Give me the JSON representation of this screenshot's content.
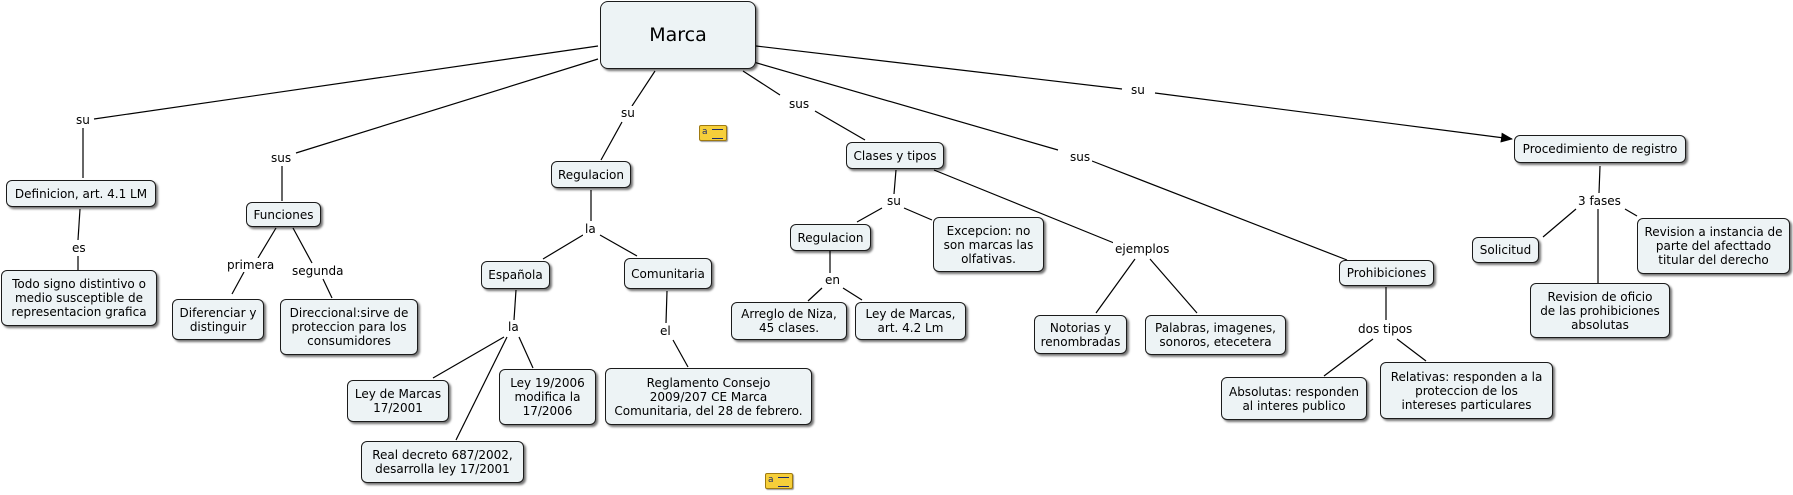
{
  "nodes": {
    "marca": "Marca",
    "definicion": "Definicion, art. 4.1 LM",
    "signo": "Todo signo distintivo o\nmedio  susceptible de\nrepresentacion grafica",
    "funciones": "Funciones",
    "diferenciar": "Diferenciar y\ndistinguir",
    "direccional": "Direccional:sirve de\nproteccion para los\nconsumidores",
    "regulacion": "Regulacion",
    "espanola": "Española",
    "comunitaria": "Comunitaria",
    "ley_marcas_2001": "Ley de Marcas\n17/2001",
    "ley_19_2006": "Ley 19/2006\nmodifica la\n17/2006",
    "real_decreto": "Real decreto 687/2002,\ndesarrolla ley 17/2001",
    "reglamento": "Reglamento Consejo\n2009/207 CE Marca\nComunitaria, del 28 de febrero.",
    "clases_tipos": "Clases y tipos",
    "regulacion_clases": "Regulacion",
    "excepcion": "Excepcion: no\nson marcas las\nolfativas.",
    "niza": "Arreglo de Niza,\n45 clases.",
    "ley_marcas_42": "Ley de Marcas,\nart. 4.2 Lm",
    "notorias": "Notorias y\nrenombradas",
    "palabras": "Palabras, imagenes,\nsonoros, etecetera",
    "prohibiciones": "Prohibiciones",
    "absolutas": "Absolutas: responden\nal interes publico",
    "relativas": "Relativas: responden a la\nproteccion de los\nintereses particulares",
    "procedimiento": "Procedimiento de registro",
    "solicitud": "Solicitud",
    "revision_oficio": "Revision de oficio\nde las prohibiciones\nabsolutas",
    "revision_instancia": "Revision a instancia de\nparte del afecttado\ntitular del derecho"
  },
  "labels": {
    "su_def": "su",
    "es": "es",
    "sus_func": "sus",
    "primera": "primera",
    "segunda": "segunda",
    "su_reg": "su",
    "la_reg": "la",
    "la_esp": "la",
    "el_com": "el",
    "sus_clases": "sus",
    "su_clases": "su",
    "en": "en",
    "ejemplos": "ejemplos",
    "sus_prohib": "sus",
    "dos_tipos": "dos tipos",
    "su_proc": "su",
    "tres_fases": "3 fases"
  },
  "icons": {
    "note_1": "note-attachment-icon",
    "note_2": "note-attachment-icon",
    "note_glyph": "a"
  },
  "colors": {
    "node_fill": "#edf3f5",
    "node_border": "#1b1b1b",
    "line": "#000000",
    "note_fill": "#f6cf3a"
  }
}
